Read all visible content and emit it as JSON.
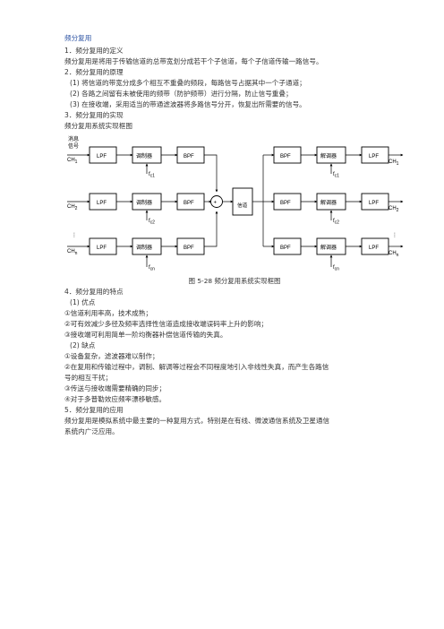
{
  "doc": {
    "title": "频分复用",
    "s1_heading": "1．频分复用的定义",
    "s1_body": "频分复用是将用于传输信道的总带宽划分成若干个子信道，每个子信道传输一路信号。",
    "s2_heading": "2．频分复用的原理",
    "s2_items": [
      "(1) 将信道的带宽分成多个相互不重叠的频段，每路信号占据其中一个子通道；",
      "(2) 各路之间留有未被使用的频带（防护频带）进行分隔，防止信号重叠；",
      "(3) 在接收端，采用适当的带通滤波器将多路信号分开，恢复出所需要的信号。"
    ],
    "s3_heading": "3．频分复用的实现",
    "s3_sub": "频分复用系统实现框图",
    "figure_caption": "图 5-28  频分复用系统实现框图",
    "s4_heading": "4．频分复用的特点",
    "adv_heading": "(1) 优点",
    "adv_items": [
      "①信道利用率高，技术成熟；",
      "②可有效减少多径及频率选择性信道造成接收端误码率上升的影响；",
      "③接收端可利用简单一阶均衡器补偿信道传输的失真。"
    ],
    "dis_heading": "(2) 缺点",
    "dis_items": [
      "①设备复杂，滤波器难以制作；",
      "②在复用和传输过程中，调制、解调等过程会不同程度地引入非线性失真，而产生各路信",
      "号的相互干扰；",
      "③传送与接收端需要精确的同步；",
      "④对于多普勒效应频率漂移敏感。"
    ],
    "s5_heading": "5．频分复用的应用",
    "s5_body": [
      "频分复用是模拟系统中最主要的一种复用方式，特别是在有线、微波通信系统及卫星通信",
      "系统内广泛应用。"
    ]
  },
  "diagram": {
    "input_label_1": "消息",
    "input_label_2": "信号",
    "lpf": "LPF",
    "bpf": "BPF",
    "modulator": "调制器",
    "demodulator": "解调器",
    "channel": "信道",
    "ellipsis": "⋮",
    "inputs": [
      "CH",
      "CH",
      "CH"
    ],
    "input_subs": [
      "1",
      "2",
      "n"
    ],
    "carriers": [
      "f",
      "f",
      "f"
    ],
    "carrier_subs": [
      "c1",
      "c2",
      "cn"
    ],
    "plus": "+"
  }
}
